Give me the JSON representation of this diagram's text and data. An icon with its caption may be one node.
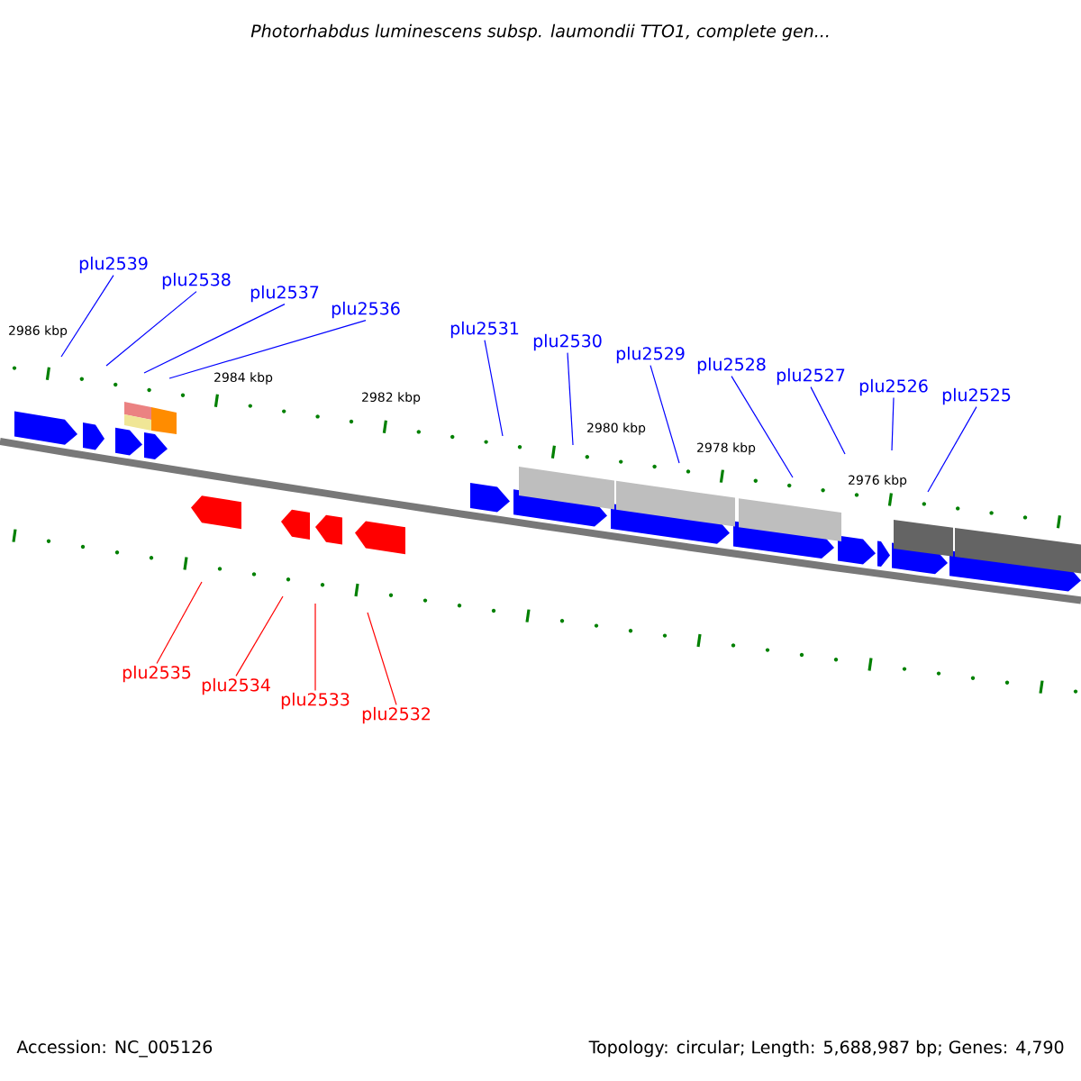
{
  "diagram": {
    "title": "Photorhabdus luminescens subsp. laumondii TTO1, complete gen...",
    "nodes": [
      {
        "text": [
          "plu2539"
        ]
      },
      {
        "text": [
          "plu2538"
        ]
      },
      {
        "text": [
          "plu2537"
        ]
      },
      {
        "text": [
          "plu2536"
        ]
      },
      {
        "text": [
          "plu2531"
        ]
      },
      {
        "text": [
          "plu2530"
        ]
      },
      {
        "text": [
          "plu2529"
        ]
      },
      {
        "text": [
          "plu2528"
        ]
      },
      {
        "text": [
          "plu2527"
        ]
      },
      {
        "text": [
          "plu2526"
        ]
      },
      {
        "text": [
          "plu2525"
        ]
      },
      {
        "text": [
          "plu2535"
        ]
      },
      {
        "text": [
          "plu2534"
        ]
      },
      {
        "text": [
          "plu2533"
        ]
      },
      {
        "text": [
          "plu2532"
        ]
      }
    ],
    "edges": [
      {
        "from": 0,
        "to": null,
        "arrow": "none"
      },
      {
        "from": 1,
        "to": null,
        "arrow": "none"
      },
      {
        "from": 2,
        "to": null,
        "arrow": "none"
      },
      {
        "from": 3,
        "to": null,
        "arrow": "none"
      },
      {
        "from": 4,
        "to": null,
        "arrow": "none"
      },
      {
        "from": 5,
        "to": null,
        "arrow": "none"
      },
      {
        "from": 6,
        "to": null,
        "arrow": "none"
      },
      {
        "from": 7,
        "to": null,
        "arrow": "none"
      },
      {
        "from": 8,
        "to": null,
        "arrow": "none"
      },
      {
        "from": 9,
        "to": null,
        "arrow": "none"
      },
      {
        "from": 10,
        "to": null,
        "arrow": "none"
      },
      {
        "from": 11,
        "to": null,
        "arrow": "none",
        "color": "#ff0000"
      },
      {
        "from": 12,
        "to": null,
        "arrow": "none",
        "color": "#ff0000"
      },
      {
        "from": 13,
        "to": null,
        "arrow": "none",
        "color": "#ff0000"
      },
      {
        "from": 14,
        "to": null,
        "arrow": "none",
        "color": "#ff0000"
      }
    ],
    "labels": [
      "2986 kbp",
      "2984 kbp",
      "2982 kbp",
      "2980 kbp",
      "2978 kbp",
      "2976 kbp",
      "Accession: NC_005126",
      "Topology: circular; Length: 5,688,987 bp; Genes: 4,790"
    ]
  }
}
